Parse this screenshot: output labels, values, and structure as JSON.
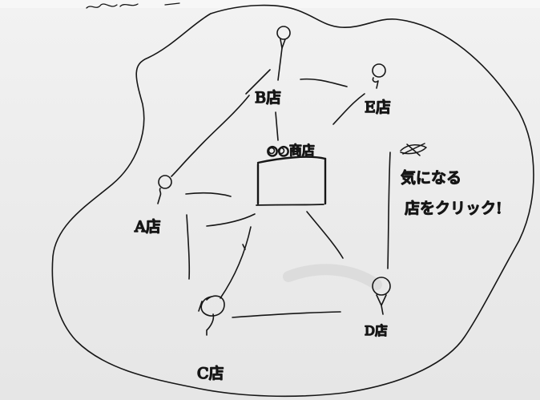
{
  "diagram": {
    "stores": {
      "a": "A店",
      "b": "B店",
      "c": "C店",
      "d": "D店",
      "e": "E店",
      "center": "○○商店"
    },
    "note": {
      "line1": "気になる",
      "line2": "店をクリック!"
    },
    "colors": {
      "ink": "#161616",
      "paper": "#ececec"
    }
  }
}
